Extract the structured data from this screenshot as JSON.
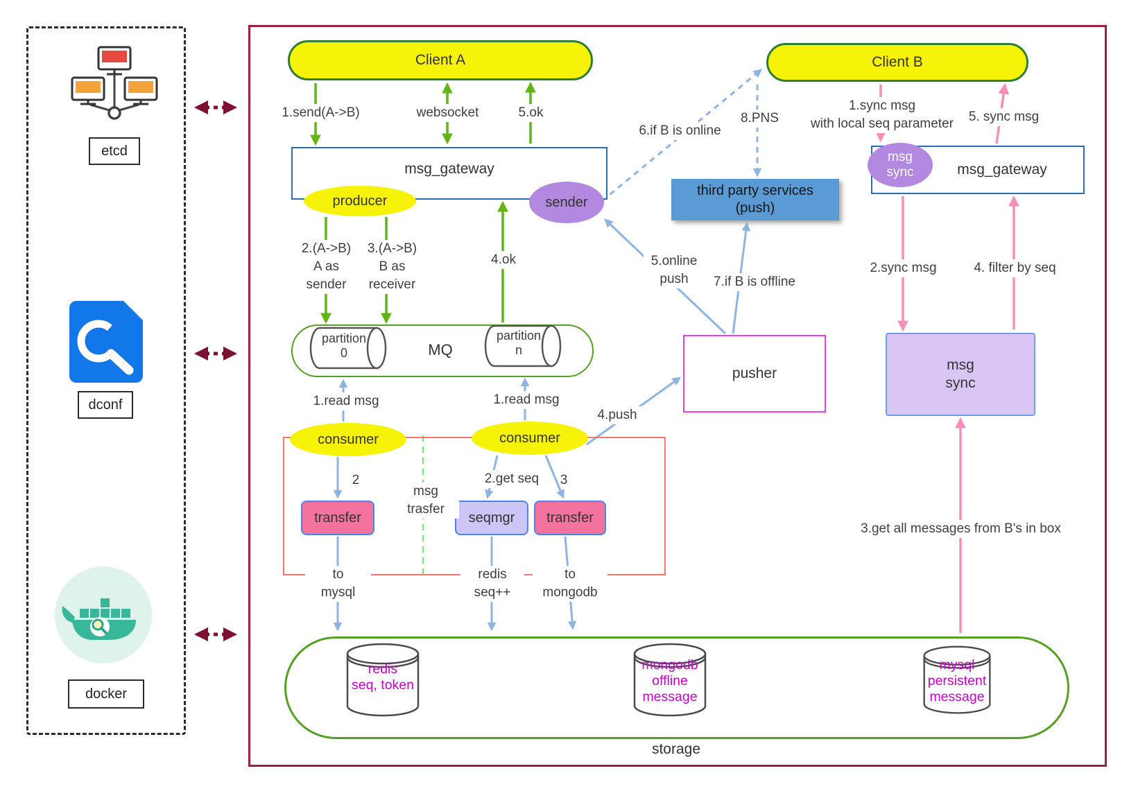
{
  "colors": {
    "main_border": "#a02045",
    "node_yellow": "#f6f309",
    "green_border": "#54a021",
    "arrow_green": "#62b515",
    "blue_border": "#2a6db5",
    "third_party_blue": "#5b9bd5",
    "purple": "#b388e0",
    "light_purple_box": "#d9c6f5",
    "pink_box": "#f4739e",
    "pusher_magenta": "#ee3cee",
    "arrow_blue": "#8eb4e3",
    "arrow_pink": "#f78fb8",
    "arrow_dark_red": "#7d1230",
    "red_frame": "#f4756b",
    "db_text_magenta": "#cc00cc"
  },
  "left_panel": {
    "etcd": "etcd",
    "dconf": "dconf",
    "docker": "docker"
  },
  "clients": {
    "a": "Client A",
    "b": "Client B"
  },
  "flow_top": {
    "send": "1.send(A->B)",
    "websocket": "websocket",
    "ok": "5.ok"
  },
  "gateway_a": {
    "title": "msg_gateway",
    "producer": "producer",
    "sender": "sender"
  },
  "mq": {
    "title": "MQ",
    "partition_0": "partition\n0",
    "partition_n": "partition\nn",
    "to_p0": "2.(A->B)\nA as\nsender",
    "to_pn": "3.(A->B)\nB as\nreceiver",
    "ok": "4.ok"
  },
  "consume": {
    "left": "consumer",
    "right": "consumer",
    "read_left": "1.read msg",
    "read_right": "1.read msg",
    "step2": "2",
    "get_seq": "2.get seq",
    "step3": "3",
    "divider": "msg\ntrasfer"
  },
  "workers": {
    "transfer_left": "transfer",
    "seqmgr": "seqmgr",
    "transfer_right": "transfer",
    "to_mysql": "to\nmysql",
    "redis_seq": "redis\nseq++",
    "to_mongodb": "to\nmongodb"
  },
  "push": {
    "pusher": "pusher",
    "push4": "4.push",
    "online5": "5.online\npush",
    "offline7": "7.if B is offline",
    "online6": "6.if B is online",
    "pns8": "8.PNS",
    "third_party": "third party services\n(push)"
  },
  "sync": {
    "gateway": "msg_gateway",
    "ellipse": "msg\nsync",
    "box": "msg\nsync",
    "s1": "1.sync msg\nwith local seq parameter",
    "s5": "5. sync msg",
    "s2": "2.sync msg",
    "s4": "4. filter by seq",
    "s3": "3.get all messages from B's in box"
  },
  "storage": {
    "title": "storage",
    "redis": "redis\nseq, token",
    "mongodb": "mongodb\noffline\nmessage",
    "mysql": "mysql\npersistent\nmessage"
  }
}
